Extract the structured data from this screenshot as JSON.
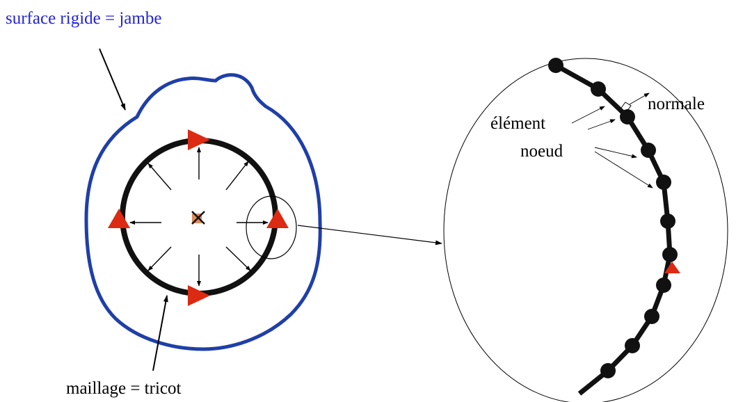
{
  "labels": {
    "surface": "surface rigide = jambe",
    "maillage": "maillage = tricot",
    "element": "élément",
    "noeud": "noeud",
    "normale": "normale"
  },
  "colors": {
    "surface_text": "#2222dd",
    "surface_outline": "#1f3fa8",
    "mesh": "#111111",
    "arrow_head": "#dd2a12",
    "center_marker": "#e08a55",
    "text": "#000000"
  },
  "icons": {
    "center": "x-cross-icon",
    "boundary_condition": "red-triangle-icon",
    "node": "black-circle-node-icon"
  }
}
